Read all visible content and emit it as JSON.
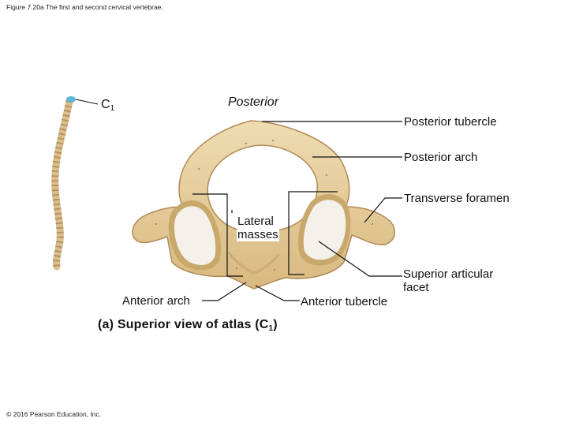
{
  "figure_title": "Figure 7.20a The first and second cervical vertebrae.",
  "copyright": "© 2016 Pearson Education, Inc.",
  "spine_label": {
    "main": "C",
    "sub": "1"
  },
  "orientation_label": "Posterior",
  "labels": {
    "posterior_tubercle": "Posterior tubercle",
    "posterior_arch": "Posterior arch",
    "transverse_foramen": "Transverse foramen",
    "lateral_masses_line1": "Lateral",
    "lateral_masses_line2": "masses",
    "superior_articular_facet_line1": "Superior articular",
    "superior_articular_facet_line2": "facet",
    "anterior_arch": "Anterior arch",
    "anterior_tubercle": "Anterior tubercle"
  },
  "caption": {
    "letter": "(a)",
    "text": "Superior view of atlas (C",
    "sub": "1",
    "close": ")"
  },
  "colors": {
    "bone": "#e6cf9e",
    "bone_shadow": "#c9a86c",
    "facet": "#f4f1ea",
    "spine_highlight": "#5fb8d6",
    "leader_line": "#111111"
  }
}
